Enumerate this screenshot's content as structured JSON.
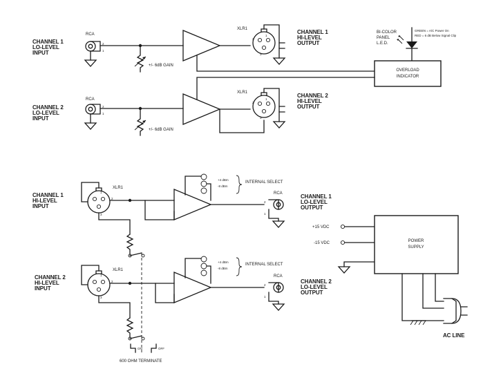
{
  "top_section": {
    "ch1_lo_input": [
      "CHANNEL 1",
      "LO-LEVEL",
      "INPUT"
    ],
    "ch2_lo_input": [
      "CHANNEL 2",
      "LO-LEVEL",
      "INPUT"
    ],
    "rca_label": "RCA",
    "xlr_label": "XLR1",
    "gain_label": "+/- 6dB GAIN",
    "ch1_hi_output": [
      "CHANNEL 1",
      "HI-LEVEL",
      "OUTPUT"
    ],
    "ch2_hi_output": [
      "CHANNEL 2",
      "HI-LEVEL",
      "OUTPUT"
    ],
    "led_label": [
      "BI-COLOR",
      "PANEL",
      "L.E.D."
    ],
    "led_note": [
      "GREEN = A/C Power On",
      "RED = 6 dB Below Signal Clip"
    ],
    "overload_box": [
      "OVERLOAD",
      "INDICATOR"
    ],
    "pin_numbers": {
      "p1": "1",
      "p2": "2",
      "p3": "3"
    }
  },
  "bottom_section": {
    "ch1_hi_input": [
      "CHANNEL 1",
      "HI-LEVEL",
      "INPUT"
    ],
    "ch2_hi_input": [
      "CHANNEL 2",
      "HI-LEVEL",
      "INPUT"
    ],
    "xlr_ch1": "XLR1",
    "xlr_ch2": "XLR1",
    "internal_select": "INTERNAL SELECT",
    "select_opts": [
      "+4 dBm",
      "-8 dBm"
    ],
    "ch1_lo_output": [
      "CHANNEL 1",
      "LO-LEVEL",
      "OUTPUT"
    ],
    "ch2_lo_output": [
      "CHANNEL 2",
      "LO-LEVEL",
      "OUTPUT"
    ],
    "rca_label": "RCA",
    "switch_on": "ON",
    "switch_off": "OFF",
    "terminate_label": "600 OHM TERMINATE"
  },
  "power": {
    "plus_vdc": "+15 VDC",
    "minus_vdc": "-15 VDC",
    "supply_box": [
      "POWER",
      "SUPPLY"
    ],
    "acline": "AC LINE"
  }
}
